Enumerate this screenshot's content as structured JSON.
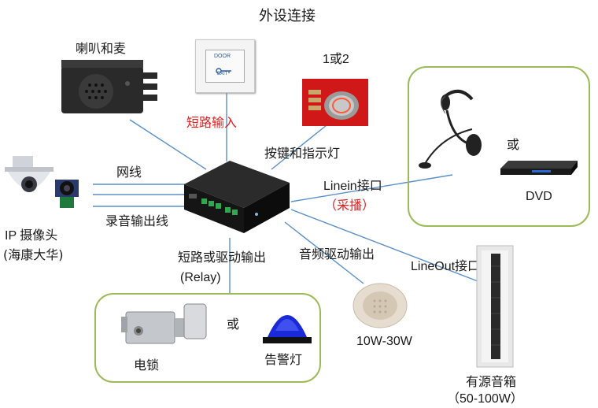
{
  "title": "外设连接",
  "labels": {
    "speaker_mic": "喇叭和麦",
    "short_input": "短路输入",
    "one_or_two": "1或2",
    "button_led": "按键和指示灯",
    "network": "网线",
    "record_line": "录音输出线",
    "ip_camera_line1": "IP 摄像头",
    "ip_camera_line2": "(海康大华)",
    "linein": "Linein接口",
    "linein_sub": "（采播）",
    "or_dvd": "或",
    "dvd": "DVD",
    "relay_line1": "短路或驱动输出",
    "relay_line2": "(Relay)",
    "audio_drive": "音频驱动输出",
    "lineout": "LineOut接口",
    "or_lock": "或",
    "lock": "电锁",
    "alarm_light": "告警灯",
    "speaker_power": "10W-30W",
    "active_speaker": "有源音箱",
    "active_speaker_power": "（50-100W）",
    "door_text1": "DOOR",
    "door_text2": "EXIT"
  },
  "colors": {
    "wire": "#5b8fc7",
    "group_border": "#9bbb59",
    "accent_red": "#e02020"
  }
}
